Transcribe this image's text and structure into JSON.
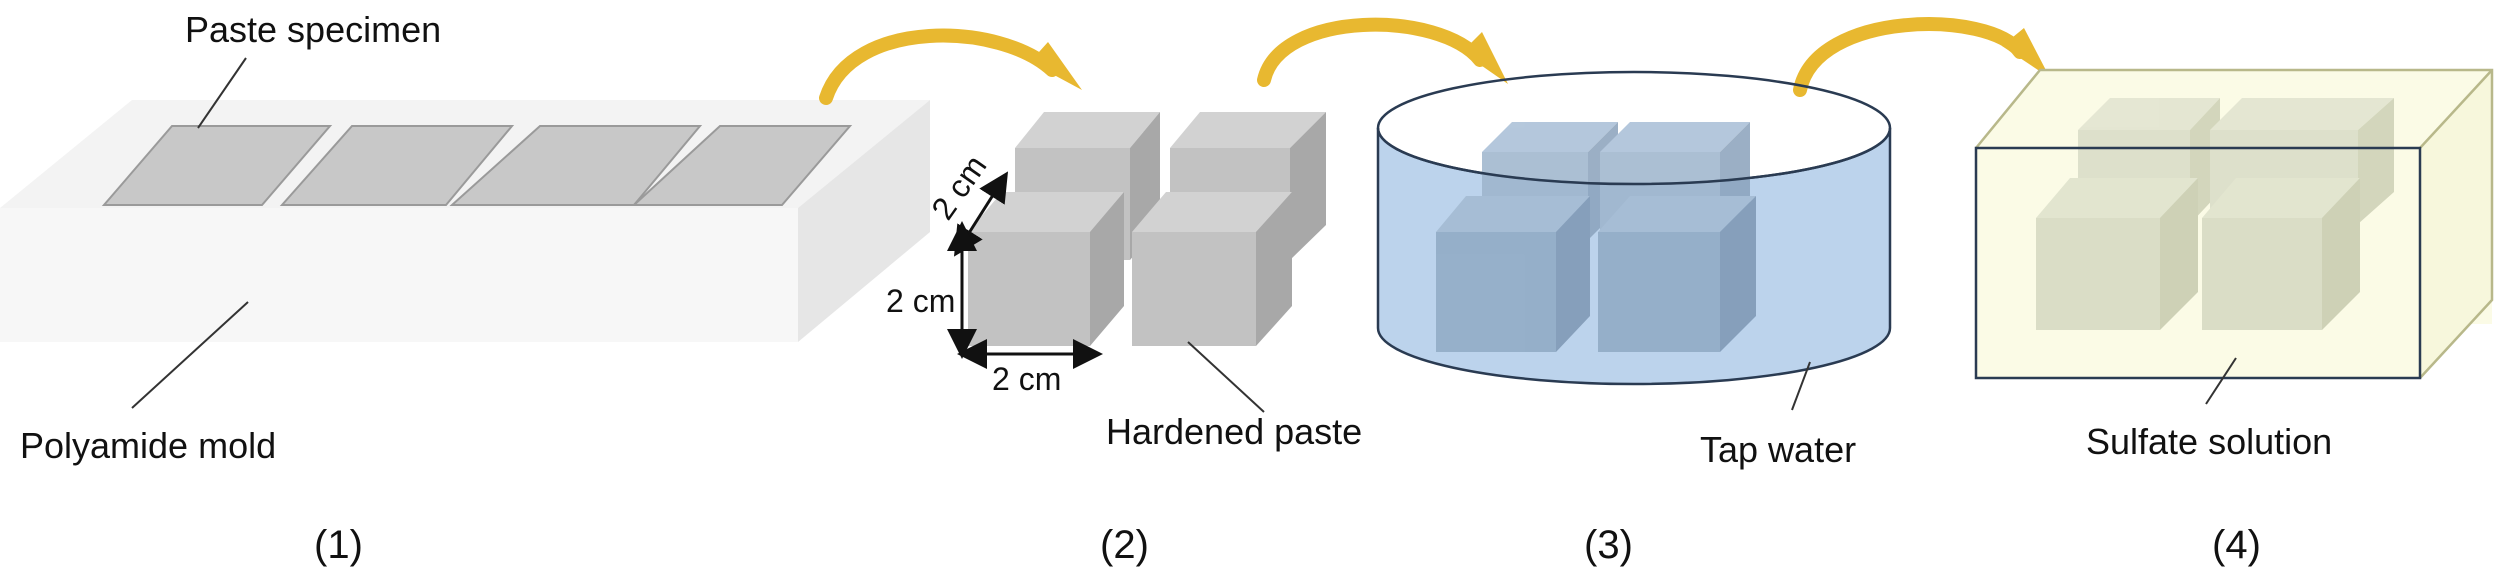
{
  "labels": {
    "paste_specimen": "Paste specimen",
    "polyamide_mold": "Polyamide mold",
    "hardened_paste": "Hardened paste",
    "tap_water": "Tap water",
    "sulfate_solution": "Sulfate solution"
  },
  "dimensions": {
    "depth": "2 cm",
    "height": "2 cm",
    "width": "2 cm"
  },
  "steps": [
    "(1)",
    "(2)",
    "(3)",
    "(4)"
  ],
  "colors": {
    "mold_top": "#f3f3f3",
    "mold_front": "#f7f7f7",
    "mold_side": "#e6e6e6",
    "slot": "#c8c8c8",
    "cube_front": "#c2c2c2",
    "cube_top": "#d2d2d2",
    "cube_side": "#a8a8a8",
    "arrow": "#e8b830",
    "water": "#bcd3ec",
    "water_cube": "#8fa9c4",
    "sulfate_bg": "#fbfbe6",
    "sulfate_cube": "#d4d8c2",
    "leader_line": "#333333"
  }
}
